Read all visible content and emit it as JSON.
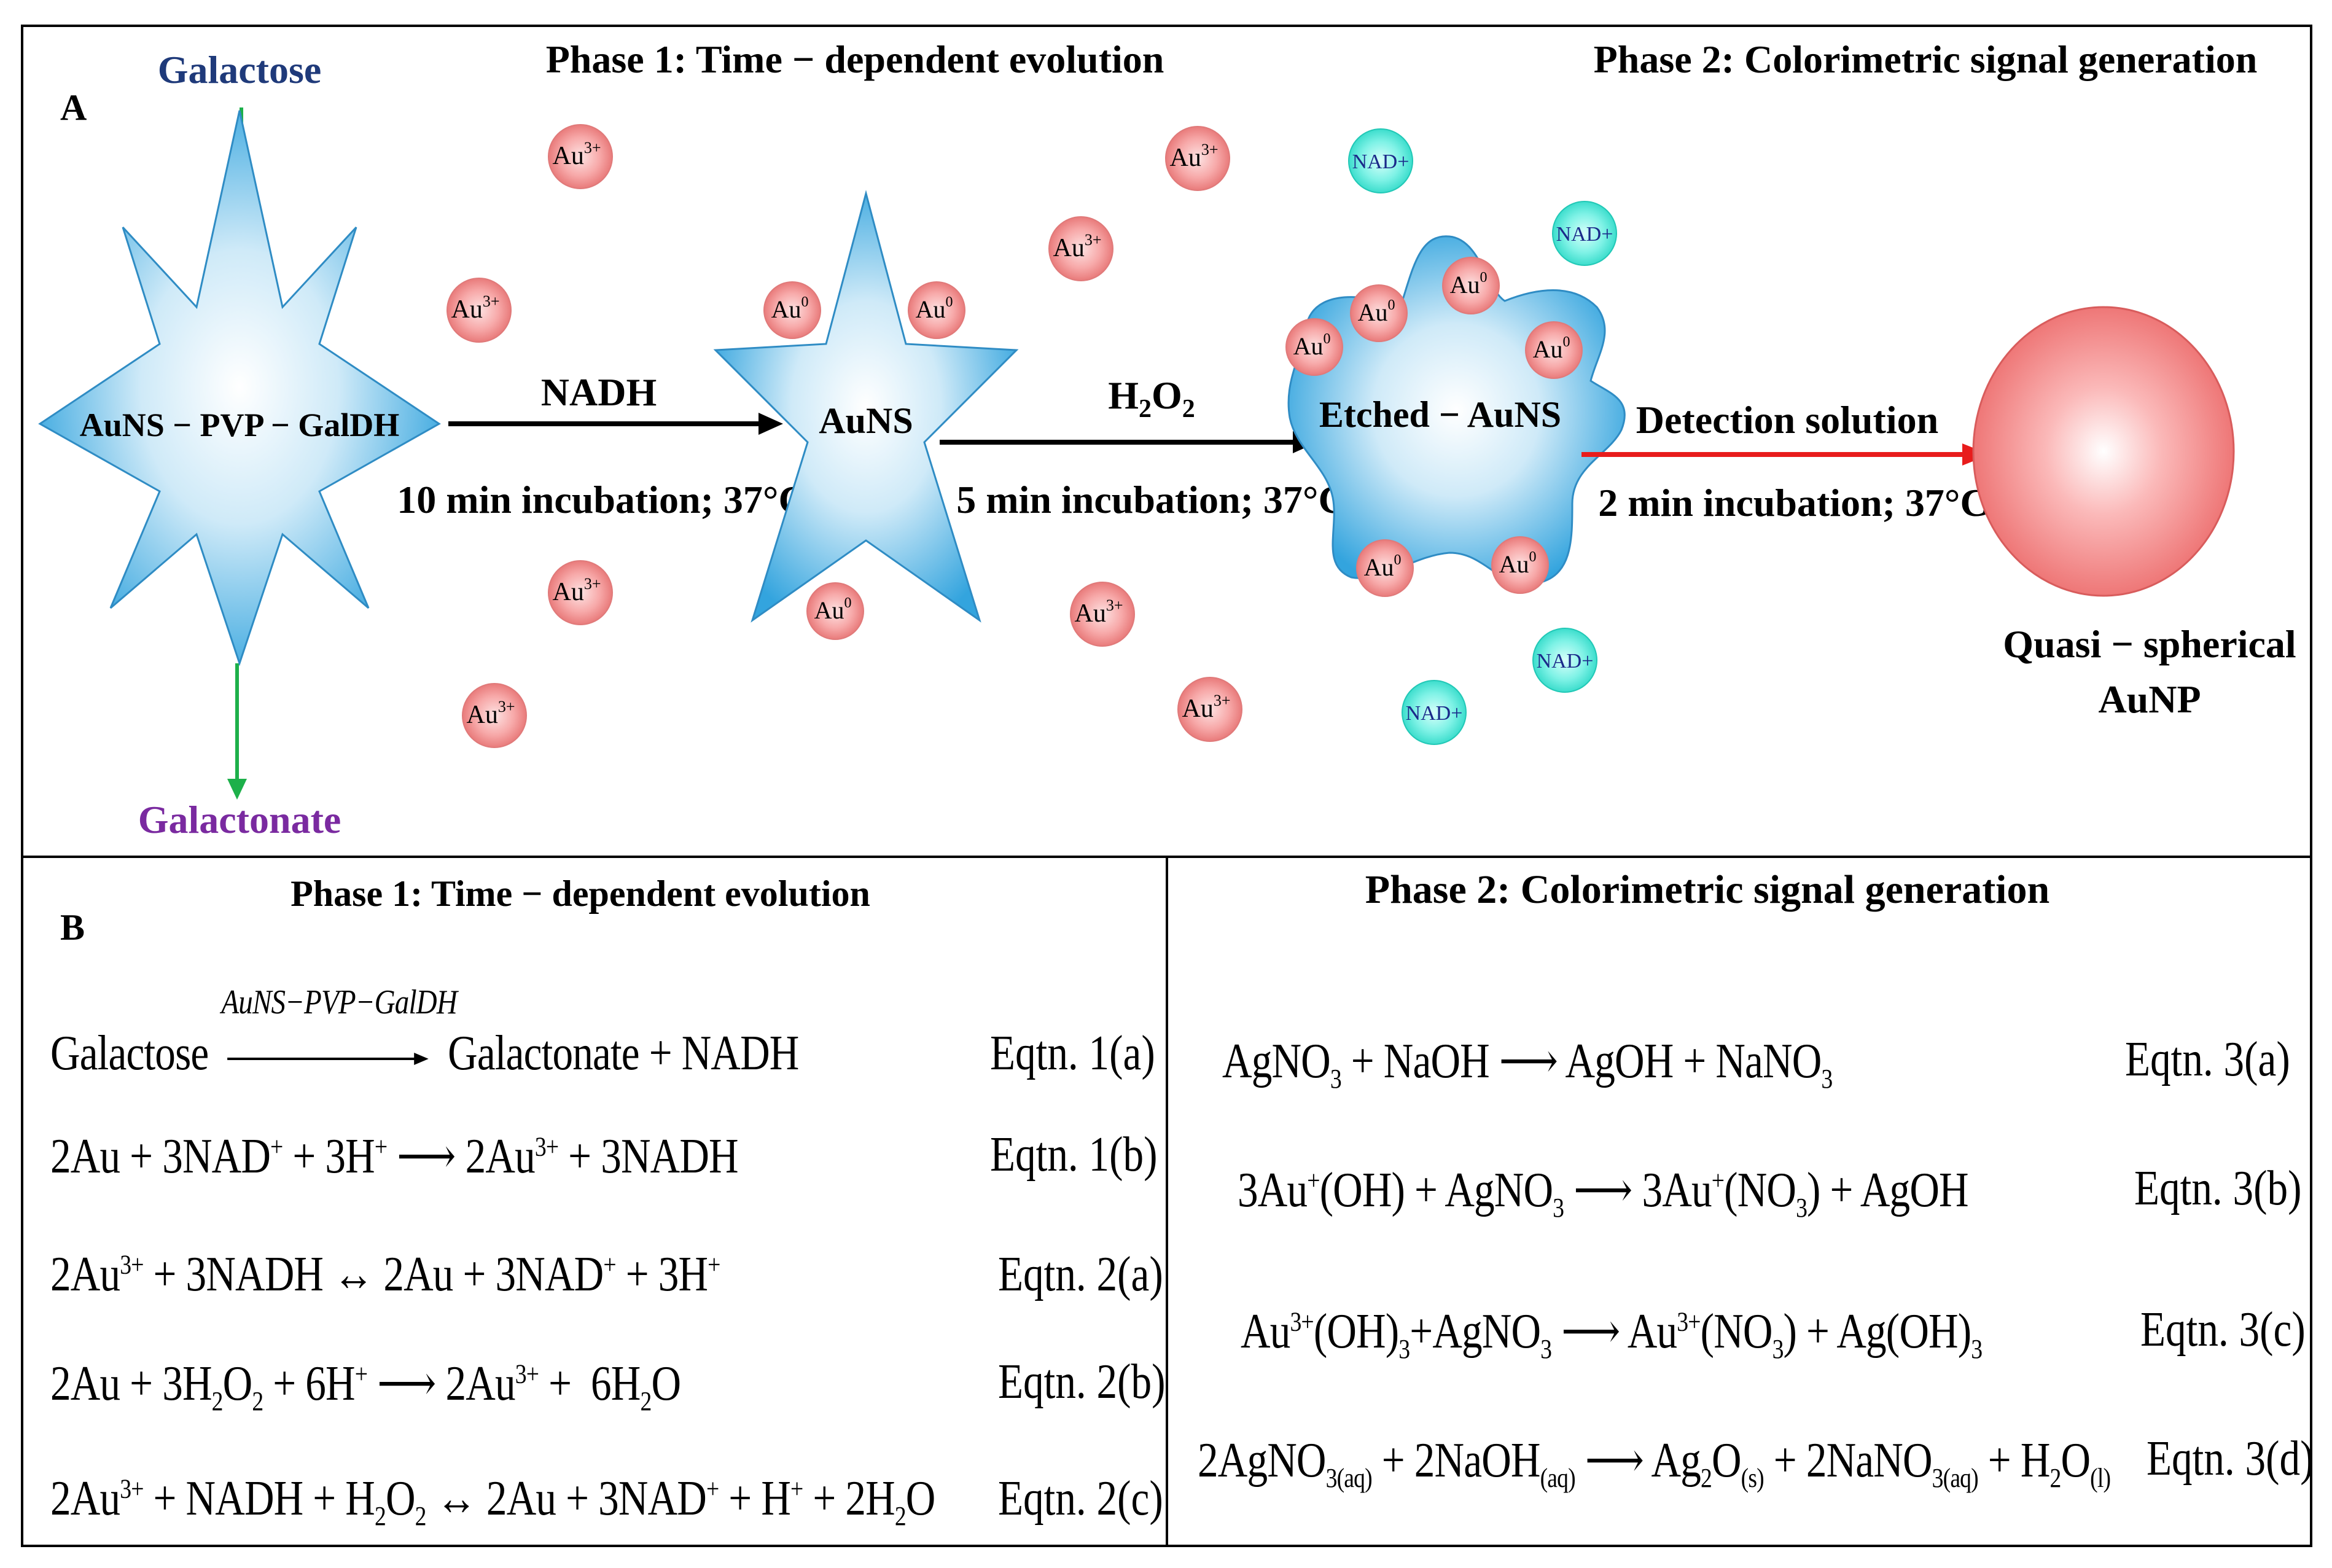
{
  "panel_a": {
    "letter": "A",
    "phase1_title": "Phase 1: Time − dependent evolution",
    "phase2_title": "Phase 2: Colorimetric signal generation",
    "galactose": "Galactose",
    "galactonate": "Galactonate",
    "start_label": "AuNS − PVP − GalDH",
    "step1_reagent": "NADH",
    "step1_condition": "10 min incubation; 37°C",
    "mid_label": "AuNS",
    "step2_condition": "5 min incubation; 37°C",
    "etched_label": "Etched − AuNS",
    "step3_reagent": "Detection solution",
    "step3_condition": "2 min incubation; 37°C",
    "product_label_1": "Quasi − spherical",
    "product_label_2": "AuNP",
    "au3_base": "Au",
    "au3_charge": "3+",
    "au0_base": "Au",
    "au0_charge": "0",
    "nad_label": "NAD+",
    "h2o2_parts": [
      "H",
      "2",
      "O",
      "2"
    ],
    "colors": {
      "arrow_black": "#000000",
      "arrow_red": "#e81c1c",
      "arrow_green": "#1db04a",
      "galactose": "#1f3a7a",
      "galactonate": "#7a2aa0",
      "au_particle": "#f08c8c",
      "nad_particle": "#3de6d6",
      "star_blue": "#4ab3e6"
    }
  },
  "panel_b": {
    "letter": "B",
    "left_title": "Phase 1: Time − dependent evolution",
    "right_title": "Phase 2: Colorimetric signal generation",
    "left_equations": [
      {
        "label": "Eqtn. 1(a)"
      },
      {
        "label": "Eqtn. 1(b)"
      },
      {
        "label": "Eqtn. 2(a)"
      },
      {
        "label": "Eqtn. 2(b)"
      },
      {
        "label": "Eqtn. 2(c)"
      }
    ],
    "right_equations": [
      {
        "label": "Eqtn. 3(a)"
      },
      {
        "label": "Eqtn. 3(b)"
      },
      {
        "label": "Eqtn. 3(c)"
      },
      {
        "label": "Eqtn. 3(d)"
      }
    ],
    "eq1a": {
      "reactant": "Galactose",
      "enzyme": "AuNS−PVP−GalDH",
      "products": "Galactonate + NADH"
    }
  }
}
